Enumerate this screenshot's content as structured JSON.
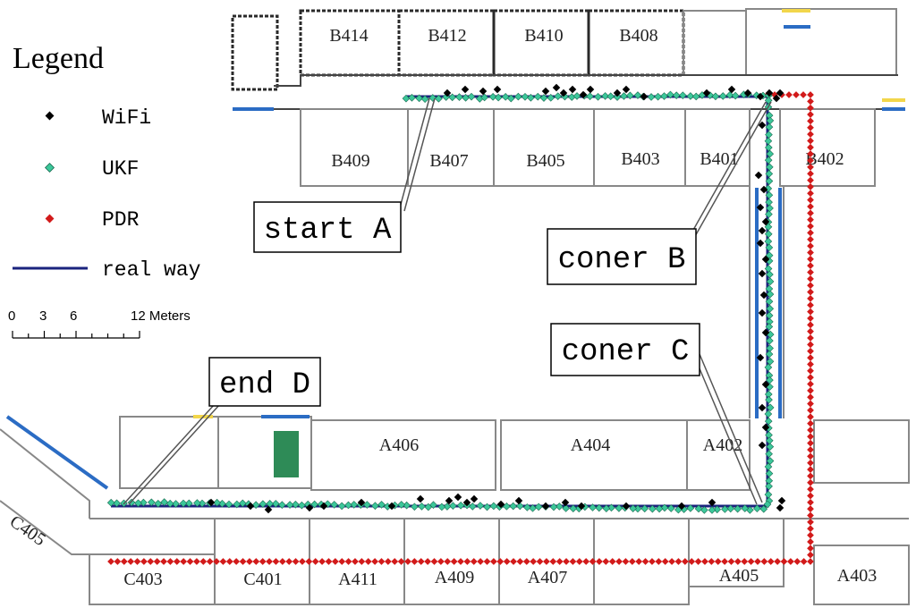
{
  "legend": {
    "title": "Legend",
    "items": [
      {
        "label": "WiFi",
        "color": "#000000",
        "kind": "diamond"
      },
      {
        "label": "UKF",
        "color": "#3cc79a",
        "kind": "diamond"
      },
      {
        "label": "PDR",
        "color": "#d21a1a",
        "kind": "diamond"
      },
      {
        "label": "real way",
        "color": "#1a237e",
        "kind": "line"
      }
    ],
    "scale": {
      "ticks": [
        "0",
        "3",
        "6",
        "12 Meters"
      ]
    }
  },
  "rooms": {
    "B414": "B414",
    "B412": "B412",
    "B410": "B410",
    "B408": "B408",
    "B409": "B409",
    "B407": "B407",
    "B405": "B405",
    "B403": "B403",
    "B401": "B401",
    "B402": "B402",
    "A406": "A406",
    "A404": "A404",
    "A402": "A402",
    "C405": "C405",
    "C403": "C403",
    "C401": "C401",
    "A411": "A411",
    "A409": "A409",
    "A407": "A407",
    "A405": "A405",
    "A403": "A403"
  },
  "callouts": {
    "start": "start A",
    "cornerB": "coner B",
    "cornerC": "coner C",
    "end": "end D"
  },
  "colors": {
    "wifi": "#000000",
    "ukf": "#3cc79a",
    "pdr": "#d21a1a",
    "real_way": "#1a237e",
    "door_blue": "#2b6cc4",
    "door_yellow": "#f2d64b",
    "green_block": "#2e8b57"
  }
}
